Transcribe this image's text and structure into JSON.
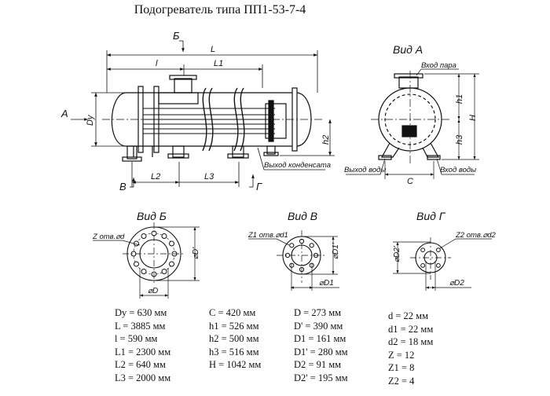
{
  "title": "Подогреватель типа ПП1-53-7-4",
  "main_view": {
    "dim_L": "L",
    "dim_l": "l",
    "dim_L1": "L1",
    "dim_L2": "L2",
    "dim_L3": "L3",
    "dim_Dy": "Dy",
    "dim_h2": "h2",
    "arrow_A": "A",
    "arrow_B": "Б",
    "arrow_V": "В",
    "arrow_G": "Г",
    "condensate_outlet": "Выход конденсата"
  },
  "view_A": {
    "heading": "Вид А",
    "steam_inlet": "Вход пара",
    "water_outlet": "Выход воды",
    "water_inlet": "Вход воды",
    "dim_C": "C",
    "dim_h1": "h1",
    "dim_h3": "h3",
    "dim_H": "H"
  },
  "view_B": {
    "heading": "Вид Б",
    "holes": "Z отв.⌀d",
    "dim_D": "⌀D",
    "dim_D_prime": "⌀D'"
  },
  "view_V": {
    "heading": "Вид В",
    "holes": "Z1 отв.⌀d1",
    "dim_D1": "⌀D1",
    "dim_D1_prime": "⌀D1'"
  },
  "view_G": {
    "heading": "Вид Г",
    "holes": "Z2 отв.⌀d2",
    "dim_D2": "⌀D2",
    "dim_D2_prime": "⌀D2'"
  },
  "params": {
    "col1": [
      "Dy = 630 мм",
      "L = 3885 мм",
      "l = 590 мм",
      "L1 = 2300 мм",
      "L2 = 640 мм",
      "L3 = 2000 мм"
    ],
    "col2": [
      "C = 420 мм",
      "h1 = 526 мм",
      "h2 = 500 мм",
      "h3 = 516 мм",
      "H = 1042 мм"
    ],
    "col3": [
      "D = 273 мм",
      "D' = 390 мм",
      "D1 = 161 мм",
      "D1' = 280 мм",
      "D2 = 91 мм",
      "D2' = 195 мм"
    ],
    "col4": [
      "d = 22 мм",
      "d1 = 22 мм",
      "d2 = 18 мм",
      "Z = 12",
      "Z1 = 8",
      "Z2 = 4"
    ]
  }
}
